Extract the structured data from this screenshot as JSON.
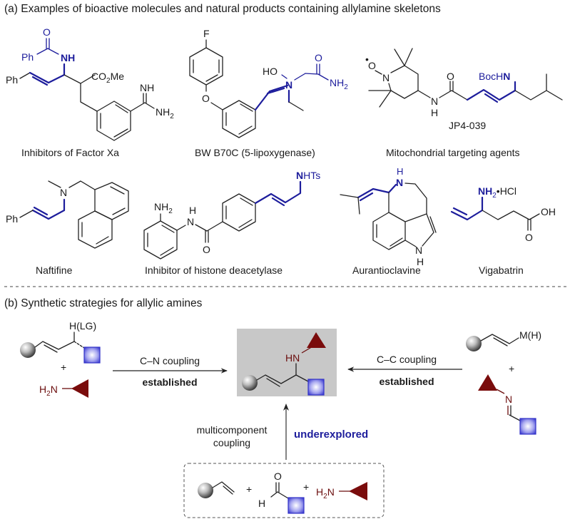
{
  "section_a": {
    "title": "(a) Examples of bioactive molecules and natural products containing allylamine skeletons",
    "molecules": [
      {
        "name": "Inhibitors of Factor Xa",
        "labels": {
          "o": "O",
          "ph1": "Ph",
          "nh": "NH",
          "ph2": "Ph",
          "ester": "CO",
          "ester_sub": "2",
          "ester_tail": "Me",
          "imine": "NH",
          "amine": "NH",
          "amine_sub": "2"
        }
      },
      {
        "name": "BW B70C (5-lipoxygenase)",
        "labels": {
          "f": "F",
          "o_ether": "O",
          "ho": "HO",
          "n": "N",
          "o": "O",
          "nh2": "NH",
          "nh2_sub": "2"
        }
      },
      {
        "name": "Mitochondrial targeting agents",
        "code": "JP4-039",
        "labels": {
          "radical": "•",
          "o": "O",
          "n": "N",
          "amide_o": "O",
          "nh_n": "N",
          "nh_h": "H",
          "boc": "BocH",
          "boc_n": "N"
        }
      },
      {
        "name": "Naftifine",
        "labels": {
          "n": "N",
          "ph": "Ph"
        }
      },
      {
        "name": "Inhibitor of histone deacetylase",
        "labels": {
          "nh2": "NH",
          "nh2_sub": "2",
          "h": "H",
          "n": "N",
          "o": "O",
          "nhts_n": "N",
          "nhts": "HTs"
        }
      },
      {
        "name": "Aurantioclavine",
        "labels": {
          "h_top": "H",
          "n_top": "N",
          "n_bot": "N",
          "h_bot": "H"
        }
      },
      {
        "name": "Vigabatrin",
        "labels": {
          "nh2": "NH",
          "nh2_sub": "2",
          "hcl": "•HCl",
          "oh": "OH",
          "o": "O"
        }
      }
    ]
  },
  "section_b": {
    "title": "(b) Synthetic strategies for allylic amines",
    "left": {
      "hlg": "H(LG)",
      "plus": "+",
      "amine": "H",
      "amine_sub": "2",
      "amine_tail": "N"
    },
    "cn_arrow": {
      "top": "C–N coupling",
      "bottom": "established"
    },
    "product": {
      "hn": "HN"
    },
    "cc_arrow": {
      "top": "C–C coupling",
      "bottom": "established"
    },
    "right": {
      "mh": "M(H)",
      "plus": "+",
      "n": "N"
    },
    "mc_arrow": {
      "left_line1": "multicomponent",
      "left_line2": "coupling",
      "right": "underexplored"
    },
    "components": {
      "plus1": "+",
      "o": "O",
      "h": "H",
      "plus2": "+",
      "amine": "H",
      "amine_sub": "2",
      "amine_tail": "N"
    }
  },
  "colors": {
    "highlight_blue": "#1d1d9c",
    "amine_red": "#6b0d0d",
    "box_gray": "#c8c8c8",
    "square_blue": "#4b4bd6"
  }
}
